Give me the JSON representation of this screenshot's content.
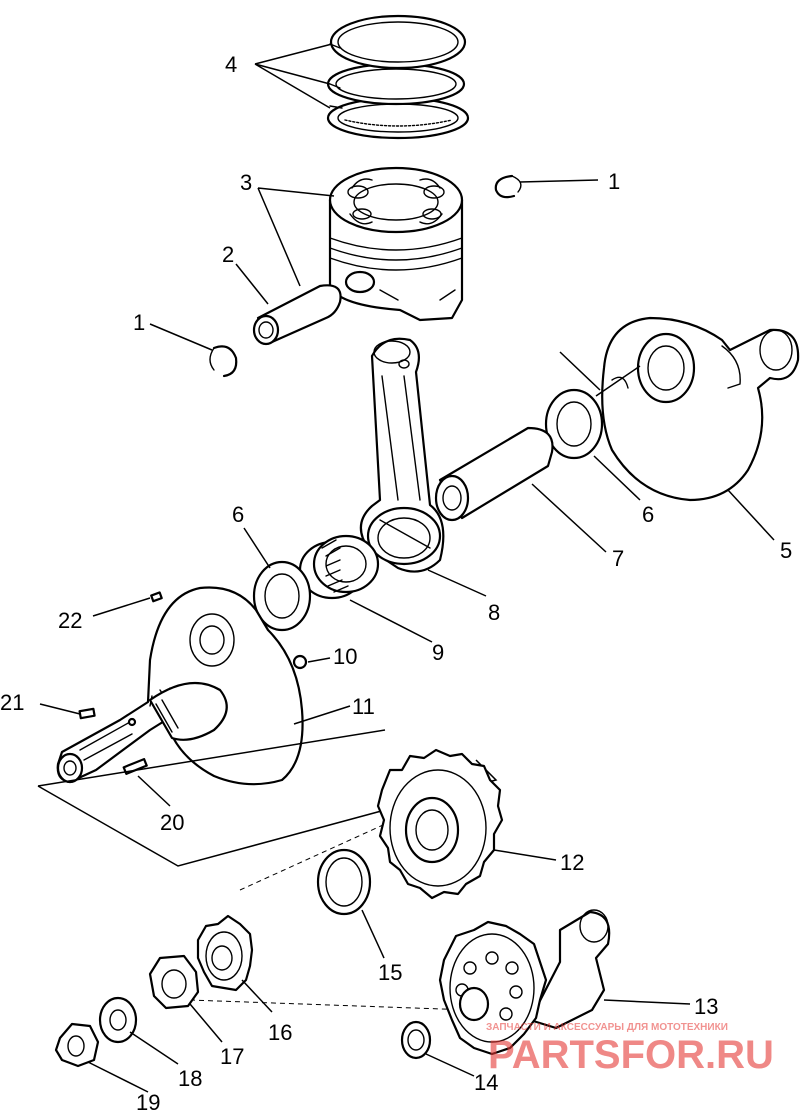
{
  "callouts": {
    "c1_top": "1",
    "c1_left": "1",
    "c2": "2",
    "c3": "3",
    "c4": "4",
    "c5": "5",
    "c6_right": "6",
    "c6_left": "6",
    "c7": "7",
    "c8": "8",
    "c9": "9",
    "c10": "10",
    "c11": "11",
    "c12": "12",
    "c13": "13",
    "c14": "14",
    "c15": "15",
    "c16": "16",
    "c17": "17",
    "c18": "18",
    "c19": "19",
    "c20": "20",
    "c21": "21",
    "c22": "22"
  },
  "watermark": {
    "tagline": "ЗАПЧАСТИ И АКСЕССУАРЫ ДЛЯ МОТОТЕХНИКИ",
    "brand": "PARTSFOR.RU",
    "color": "#e53935"
  }
}
